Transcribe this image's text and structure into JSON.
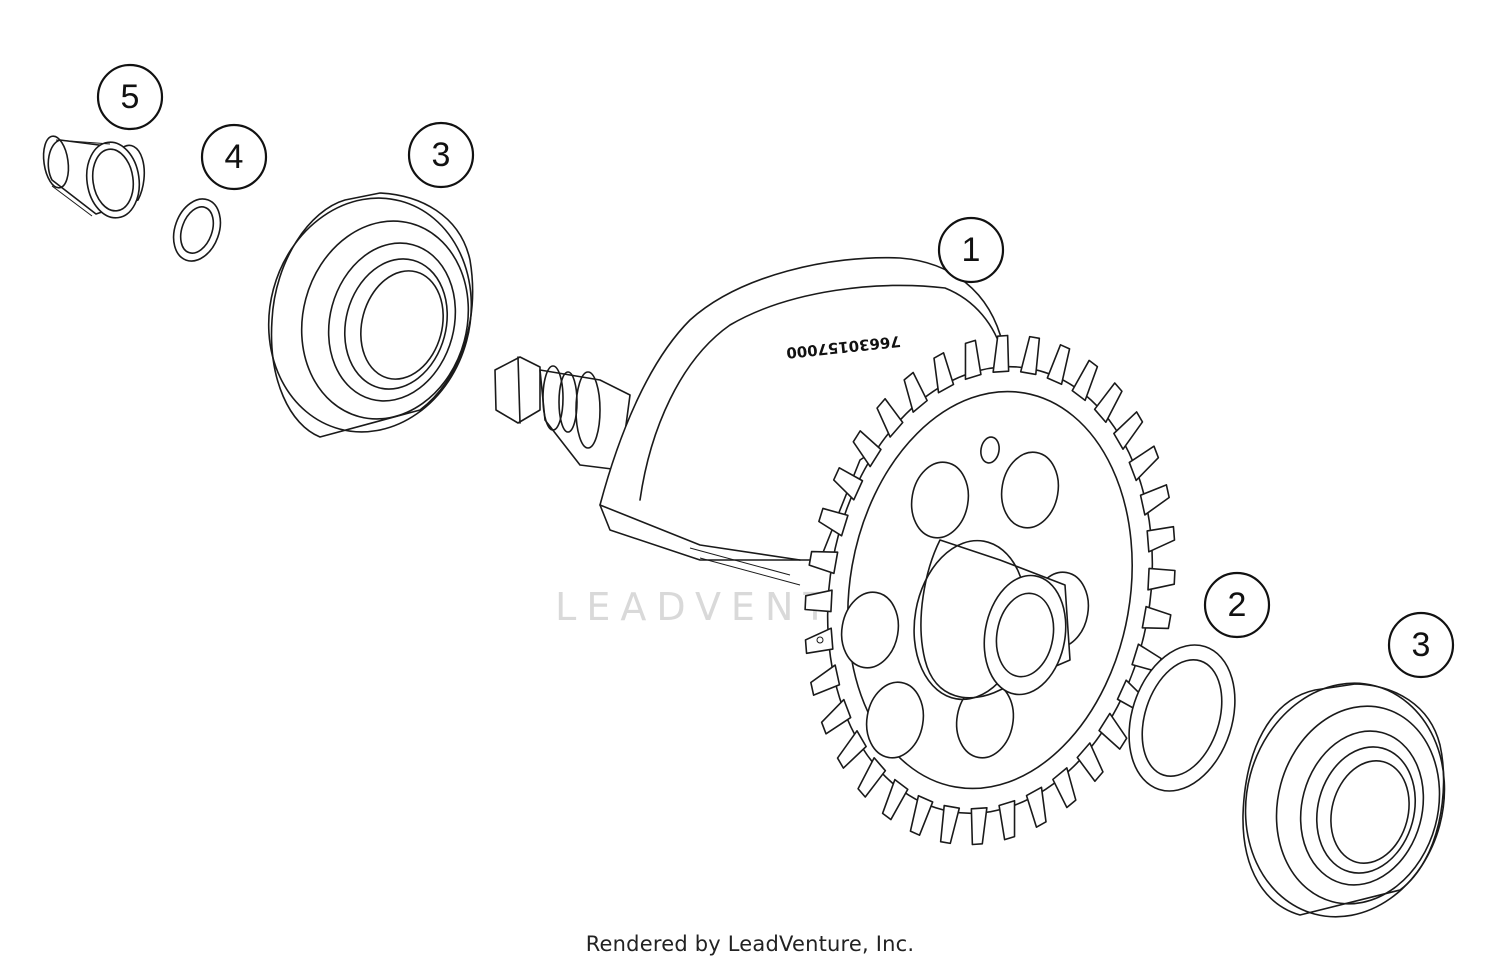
{
  "callouts": [
    "5",
    "4",
    "3",
    "1",
    "2",
    "3"
  ],
  "crank_stamp": "76630157000",
  "watermark_text": "LEADVENTURE",
  "footer_text": "Rendered by LeadVenture, Inc.",
  "colors": {
    "line": "#1a1a1a",
    "watermark": "#d9d9d9",
    "background": "#ffffff"
  }
}
